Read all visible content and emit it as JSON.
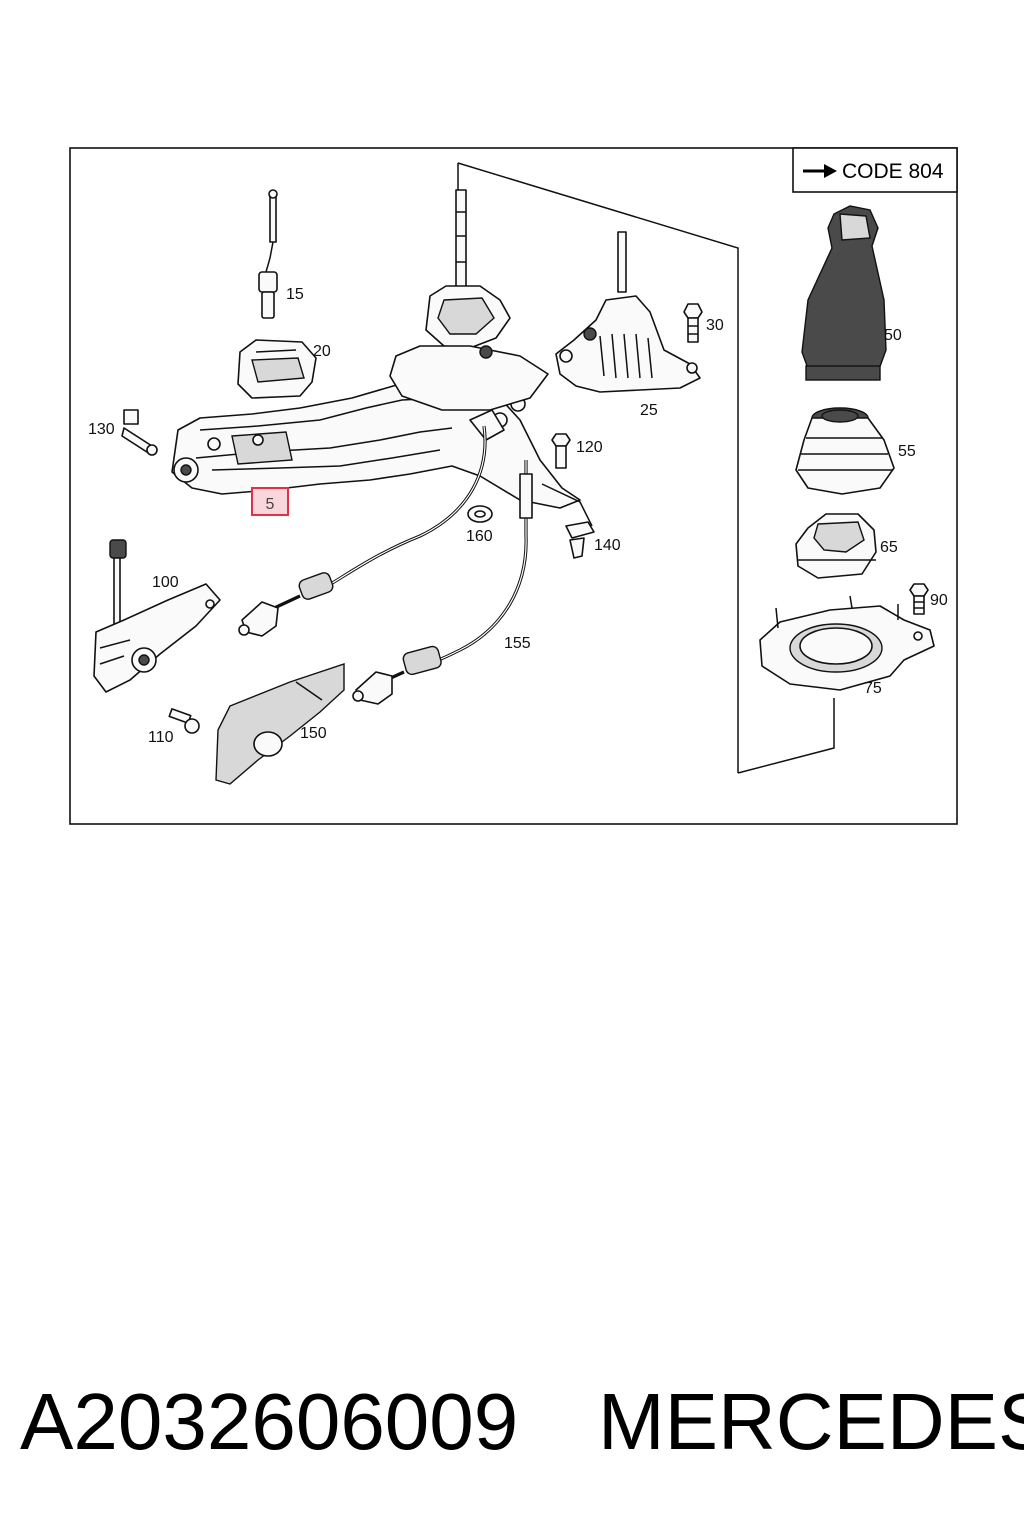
{
  "diagram": {
    "code_label": "CODE 804",
    "highlighted_callout": "5",
    "callouts": {
      "c5": "5",
      "c15": "15",
      "c20": "20",
      "c25": "25",
      "c30": "30",
      "c50": "50",
      "c55": "55",
      "c65": "65",
      "c75": "75",
      "c90": "90",
      "c100": "100",
      "c110": "110",
      "c120": "120",
      "c130": "130",
      "c140": "140",
      "c150": "150",
      "c155": "155",
      "c160": "160"
    },
    "colors": {
      "highlight_border": "#e0304a",
      "highlight_fill": "#f9d6dc"
    }
  },
  "footer": {
    "part_number": "A2032606009",
    "brand": "MERCEDES"
  }
}
